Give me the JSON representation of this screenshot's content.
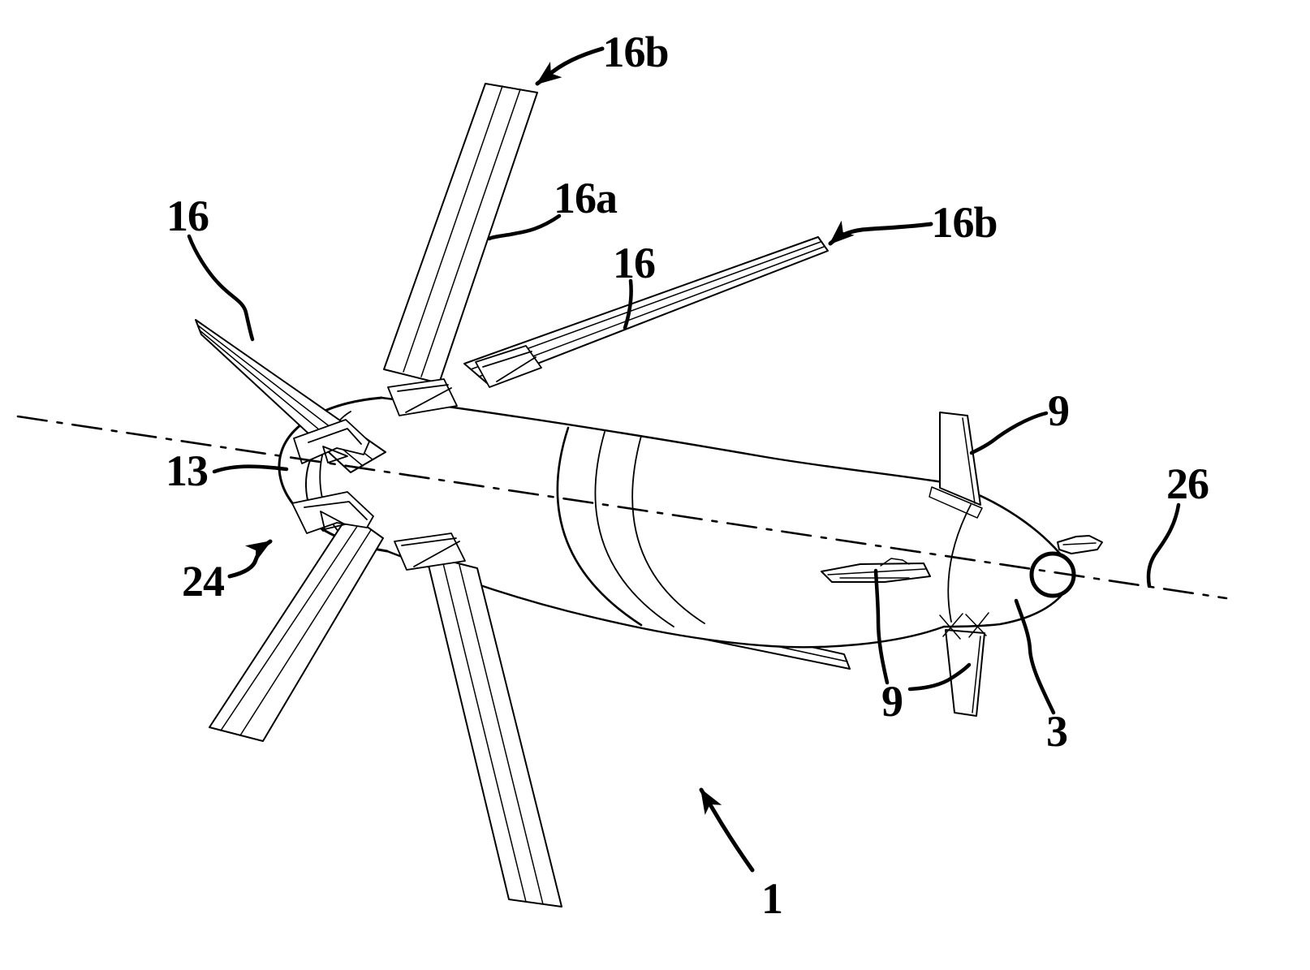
{
  "figure": {
    "kind": "patent-line-drawing",
    "ink_color": "#000000",
    "paper_color": "#ffffff",
    "labels": [
      {
        "text": "16b"
      },
      {
        "text": "16a"
      },
      {
        "text": "16"
      },
      {
        "text": "16"
      },
      {
        "text": "16b"
      },
      {
        "text": "13"
      },
      {
        "text": "24"
      },
      {
        "text": "9"
      },
      {
        "text": "26"
      },
      {
        "text": "9"
      },
      {
        "text": "3"
      },
      {
        "text": "1"
      }
    ]
  }
}
